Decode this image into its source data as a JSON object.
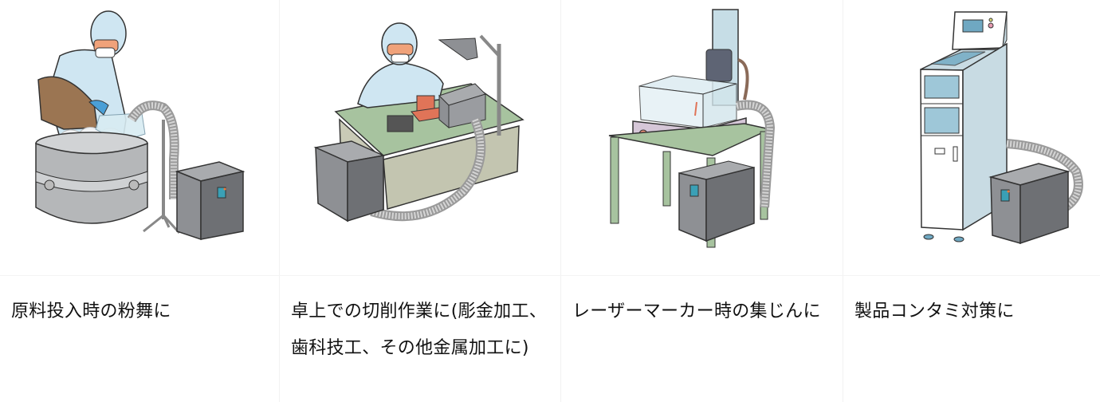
{
  "items": [
    {
      "caption": "原料投入時の粉舞に",
      "illustration": "worker-pouring-powder-into-tank-with-dust-collector"
    },
    {
      "caption": "卓上での切削作業に(彫金加工、歯科技工、その他金属加工に)",
      "illustration": "worker-at-desk-cutting-with-dust-collector"
    },
    {
      "caption": "レーザーマーカー時の集じんに",
      "illustration": "laser-marker-on-table-with-dust-collector"
    },
    {
      "caption": "製品コンタミ対策に",
      "illustration": "production-machine-with-dust-collector"
    }
  ],
  "colors": {
    "suit": "#cfe6f2",
    "glove": "#4a9fd6",
    "collector_front": "#8e9094",
    "collector_side": "#6e7074",
    "collector_top": "#a9abae",
    "panel": "#3aa0b6",
    "desk": "#a7c39f",
    "desk_body": "#c9cab6",
    "hose": "#b9b9b9",
    "sack": "#9b7552",
    "tank": "#b5b7b9"
  }
}
